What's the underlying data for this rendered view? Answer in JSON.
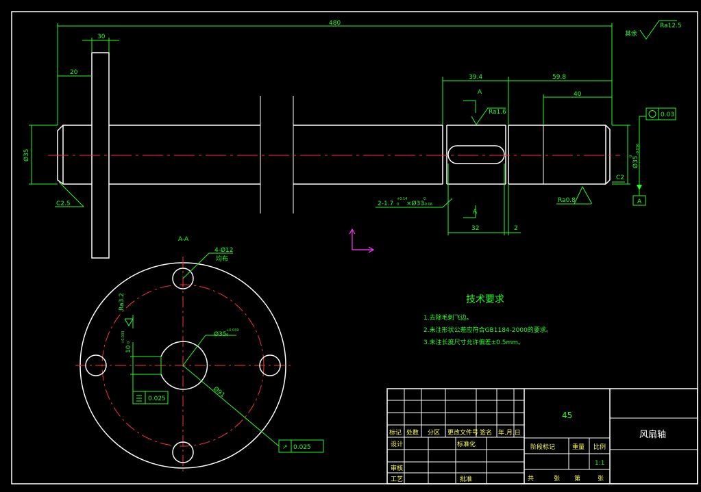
{
  "colors": {
    "background": "#000000",
    "outline": "#ffffff",
    "dimension": "#22ff22",
    "centerline": "#ff3333",
    "ucs": "#ff33ff",
    "text_yellow": "#ffff55"
  },
  "dims": {
    "overall_length": "480",
    "flange_width": "30",
    "flange_offset": "20",
    "left_diameter": "Ø35",
    "keyway_position": "39.4",
    "right_segment": "59.8",
    "bearing_length": "40",
    "chamfer_left": "C2.5",
    "chamfer_right": "C2",
    "keyway_length": "32",
    "groove_width": "2",
    "groove_spec_prefix": "2-1.7",
    "groove_tol_upper": "+0.14",
    "groove_tol_lower": "0",
    "groove_spec_mid": "×Ø33",
    "groove_dia_tol_upper": "0",
    "groove_dia_tol_lower": "-0.06",
    "right_diameter": "Ø35",
    "right_dia_tol_upper": "0",
    "right_dia_tol_lower": "-0.016",
    "bore_diameter": "Ø35",
    "bore_tol_upper": "+0.039",
    "bore_tol_lower": "0",
    "key_width": "10",
    "key_tol_upper": "+0.033",
    "key_tol_lower": "0",
    "hole_note": "4-Ø12",
    "hole_note_sub": "均布",
    "pcd": "Ø91"
  },
  "surface": {
    "general_label": "其余",
    "general_ra": "Ra12.5",
    "keyway_ra": "Ra1.6",
    "bearing_ra": "Ra0.8",
    "section_ra": "Ra3.2"
  },
  "tolerances": {
    "circularity": "0.03",
    "symmetry": "0.025",
    "runout": "0.025",
    "datum": "A"
  },
  "section": {
    "title": "A-A",
    "cut_mark_top": "A",
    "cut_mark_bottom": "A"
  },
  "tech": {
    "title": "技术要求",
    "items": [
      "1.去除毛刺飞边。",
      "2.未注形状公差应符合GB1184-2000的要求。",
      "3.未注长度尺寸允许偏差±0.5mm。"
    ]
  },
  "titleblock": {
    "material": "45",
    "part_name": "风扇轴",
    "col_mark": "标记",
    "col_count": "处数",
    "col_zone": "分区",
    "col_doc": "更改文件号",
    "col_sign": "签名",
    "col_date": "年.月.日",
    "design": "设计",
    "standardize": "标准化",
    "review": "审核",
    "process": "工艺",
    "approve": "批准",
    "stage_mark": "阶段标记",
    "weight": "重量",
    "scale_label": "比例",
    "scale_value": "1:1",
    "total_sheets": "共",
    "sheet_unit_1": "张",
    "sheet_label": "第",
    "sheet_unit_2": "张"
  }
}
